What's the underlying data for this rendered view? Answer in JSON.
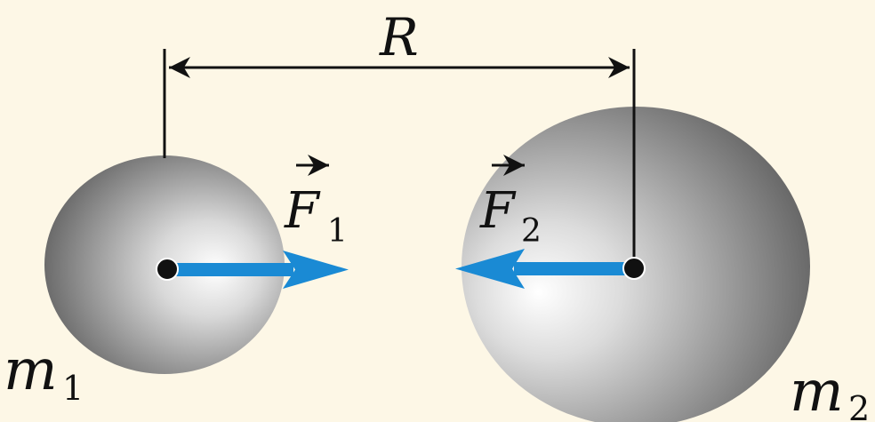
{
  "distance": {
    "label": "R"
  },
  "body1": {
    "mass": "m",
    "mass_sub": "1",
    "force": "F",
    "force_sub": "1"
  },
  "body2": {
    "mass": "m",
    "mass_sub": "2",
    "force": "F",
    "force_sub": "2"
  },
  "colors": {
    "background": "#fdf7e6",
    "force_arrow": "#1a8ad4",
    "line": "#111111",
    "sphere_light": "#ffffff",
    "sphere_dark": "#6b6b6b"
  }
}
